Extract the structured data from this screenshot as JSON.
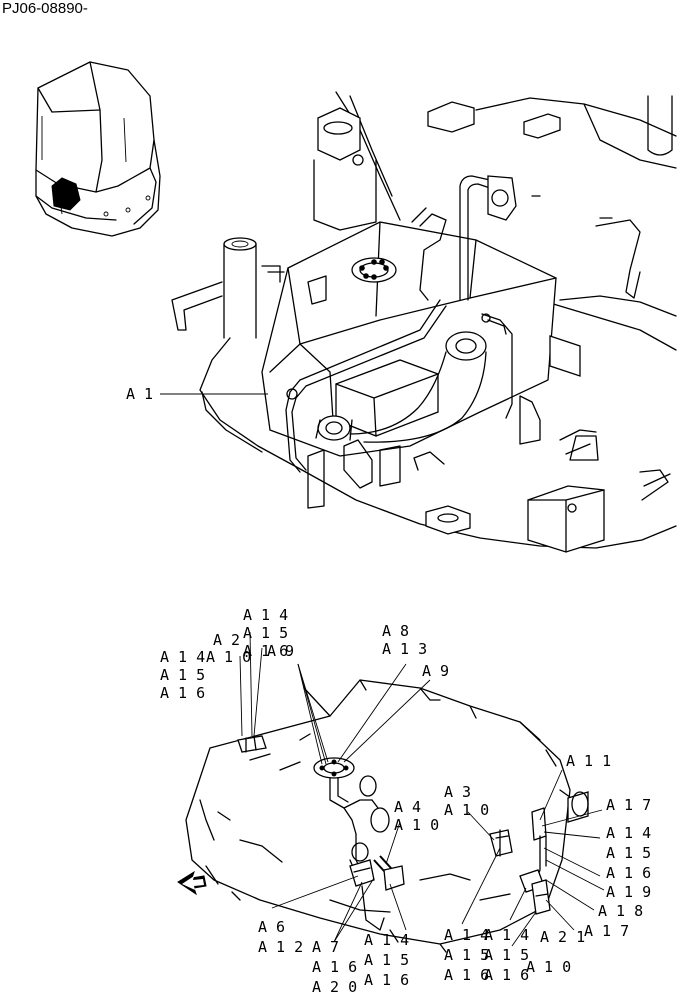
{
  "drawing_code": "PJ06-08890-",
  "callouts": {
    "A1": "A 1",
    "A2": "A 2",
    "A3": "A 3",
    "A4": "A 4",
    "A6": "A 6",
    "A7": "A 7",
    "A8": "A 8",
    "A9": "A 9",
    "A10": "A 1 0",
    "A11": "A 1 1",
    "A12": "A 1 2",
    "A13": "A 1 3",
    "A14": "A 1 4",
    "A15": "A 1 5",
    "A16": "A 1 6",
    "A17": "A 1 7",
    "A18": "A 1 8",
    "A19": "A 1 9",
    "A20": "A 2 0",
    "A21": "A 2 1"
  }
}
